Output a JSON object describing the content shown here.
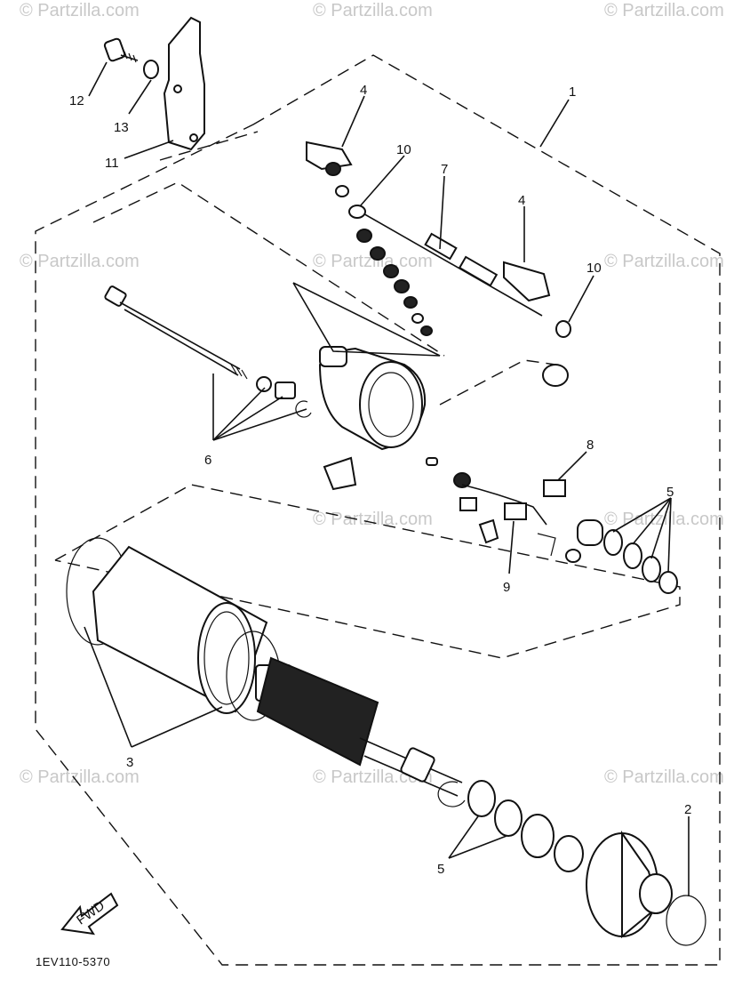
{
  "diagram": {
    "drawing_code": "1EV110-5370",
    "fwd_label": "FWD",
    "watermark_text": "© Partzilla.com",
    "callouts": {
      "c1": "1",
      "c2": "2",
      "c3": "3",
      "c4a": "4",
      "c4b": "4",
      "c5a": "5",
      "c5b": "5",
      "c6": "6",
      "c7": "7",
      "c8": "8",
      "c9": "9",
      "c10a": "10",
      "c10b": "10",
      "c11": "11",
      "c12": "12",
      "c13": "13"
    }
  }
}
